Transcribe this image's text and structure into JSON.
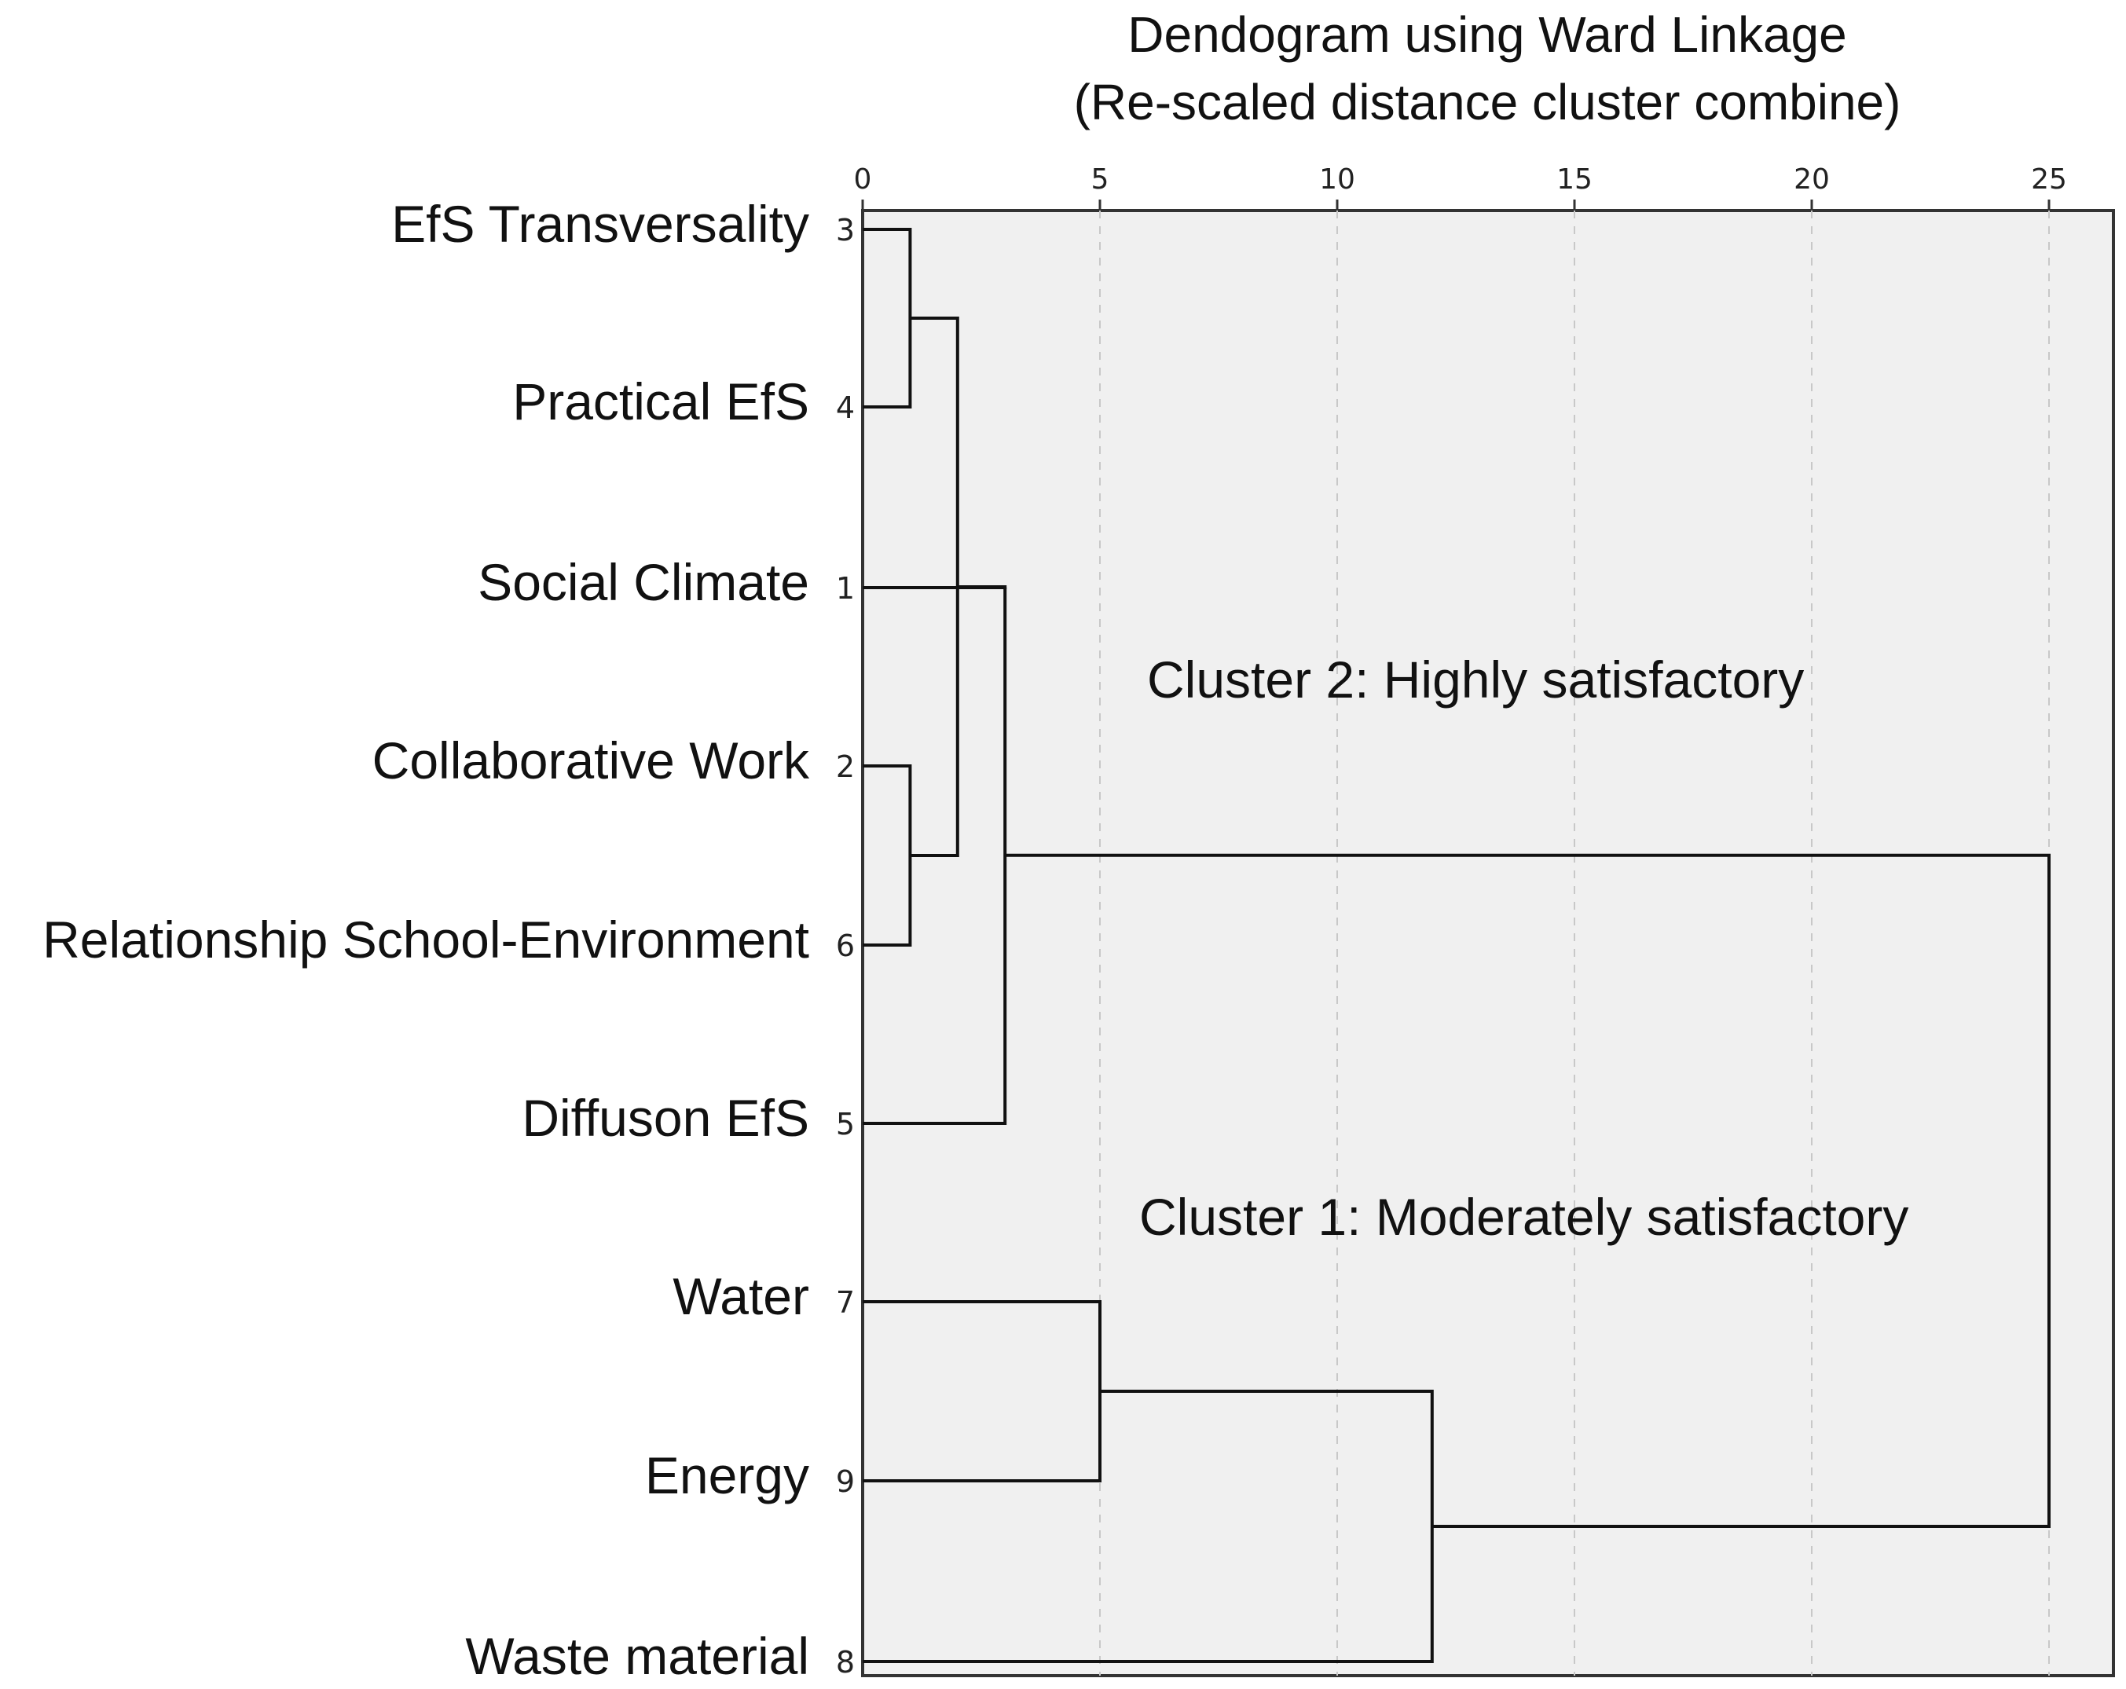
{
  "chart_data": {
    "type": "dendrogram",
    "title": "Dendogram using Ward Linkage",
    "subtitle": "(Re-scaled distance cluster combine)",
    "xlim": [
      0,
      25
    ],
    "xticks": [
      0,
      5,
      10,
      15,
      20,
      25
    ],
    "grid": true,
    "leaves": [
      {
        "label": "EfS Transversality",
        "id": "3"
      },
      {
        "label": "Practical EfS",
        "id": "4"
      },
      {
        "label": "Social Climate",
        "id": "1"
      },
      {
        "label": "Collaborative Work",
        "id": "2"
      },
      {
        "label": "Relationship School-Environment",
        "id": "6"
      },
      {
        "label": "Diffuson EfS",
        "id": "5"
      },
      {
        "label": "Water",
        "id": "7"
      },
      {
        "label": "Energy",
        "id": "9"
      },
      {
        "label": "Waste material",
        "id": "8"
      }
    ],
    "merges": [
      {
        "a": "3",
        "b": "4",
        "distance": 1
      },
      {
        "a": "2",
        "b": "6",
        "distance": 1
      },
      {
        "a": "3-4",
        "b": "2-6",
        "distance": 2
      },
      {
        "a": "1",
        "b": "3-4-2-6",
        "distance": 3
      },
      {
        "a": "5",
        "b": "1-3-4-2-6",
        "distance": 3
      },
      {
        "a": "7",
        "b": "9",
        "distance": 5
      },
      {
        "a": "8",
        "b": "7-9",
        "distance": 12
      },
      {
        "a": "cluster-2",
        "b": "cluster-1",
        "distance": 25
      }
    ],
    "annotations": [
      {
        "text": "Cluster 2: Highly satisfactory"
      },
      {
        "text": "Cluster 1: Moderately satisfactory"
      }
    ]
  }
}
